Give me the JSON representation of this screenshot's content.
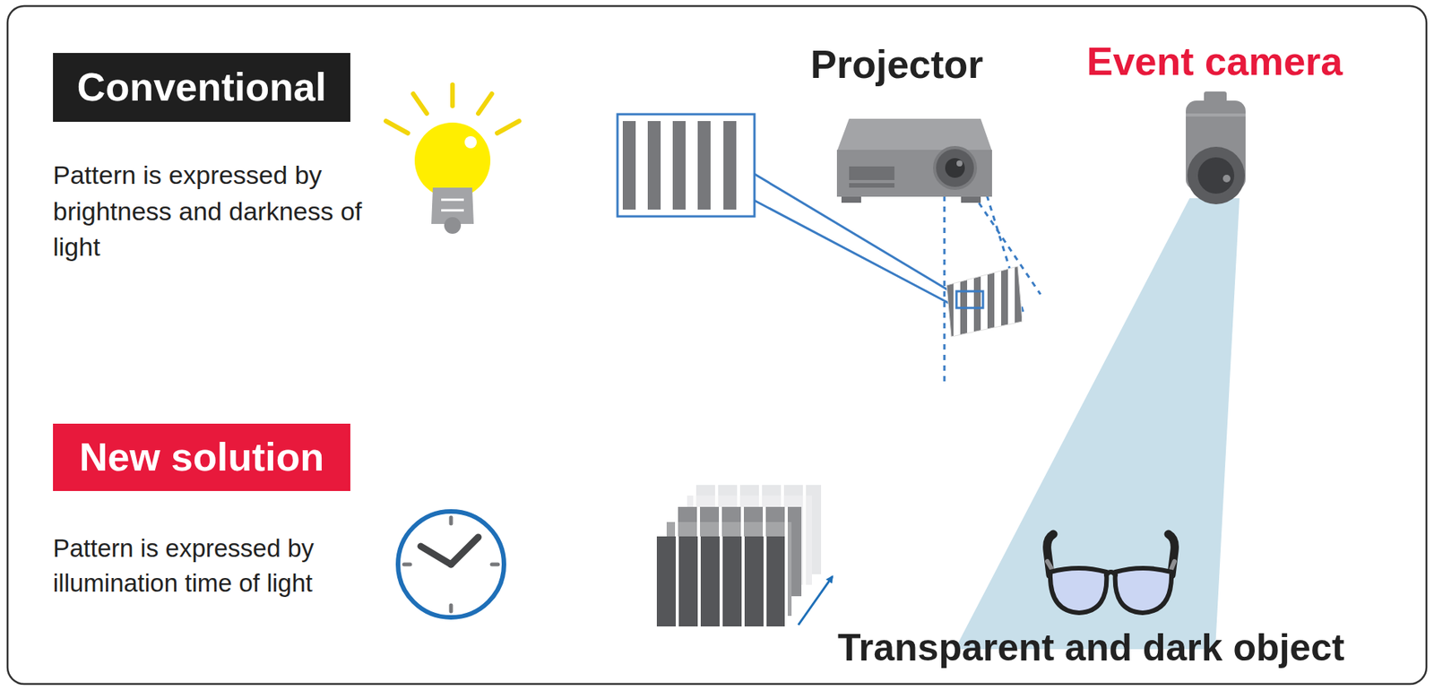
{
  "diagram": {
    "nodes": [
      {
        "text": [
          "Conventional"
        ]
      },
      {
        "text": [
          "New solution"
        ]
      }
    ],
    "edges": [],
    "labels": [
      "Pattern is expressed by brightness and darkness of light",
      "Projector",
      "Event camera",
      "Pattern is expressed by illumination time of light",
      "Transparent and dark object"
    ]
  }
}
